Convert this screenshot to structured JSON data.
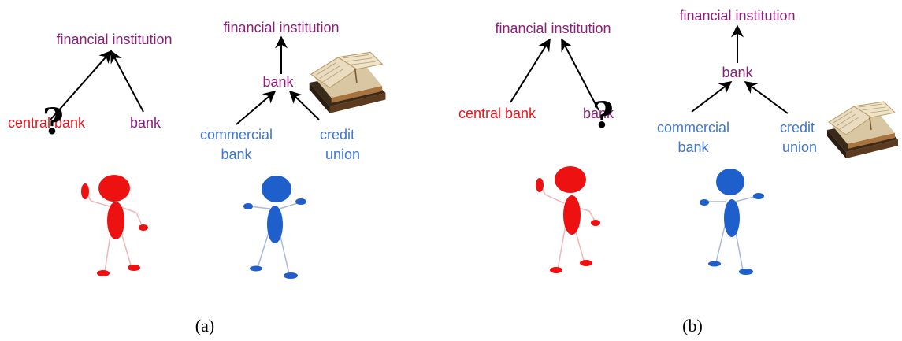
{
  "colors": {
    "parent": "#8a1f7a",
    "red": "#e8161c",
    "blue": "#3f77cf",
    "arrow": "#000000"
  },
  "panel_a": {
    "left": {
      "parent_label": "financial institution",
      "child_left_label": "central bank",
      "child_right_label": "bank",
      "question_mark": "?",
      "figure_icon": "red-stick-figure-icon"
    },
    "right": {
      "top_label": "financial institution",
      "mid_label": "bank",
      "child_left_line1": "commercial",
      "child_left_line2": "bank",
      "child_right_line1": "credit",
      "child_right_line2": "union",
      "book_icon": "book-stack-icon",
      "figure_icon": "blue-stick-figure-icon"
    },
    "caption": "(a)"
  },
  "panel_b": {
    "left": {
      "parent_label": "financial institution",
      "child_left_label": "central bank",
      "child_right_label": "bank",
      "question_mark": "?",
      "figure_icon": "red-stick-figure-icon"
    },
    "right": {
      "top_label": "financial institution",
      "mid_label": "bank",
      "child_left_line1": "commercial",
      "child_left_line2": "bank",
      "child_right_line1": "credit",
      "child_right_line2": "union",
      "book_icon": "book-stack-icon",
      "figure_icon": "blue-stick-figure-icon"
    },
    "caption": "(b)"
  }
}
